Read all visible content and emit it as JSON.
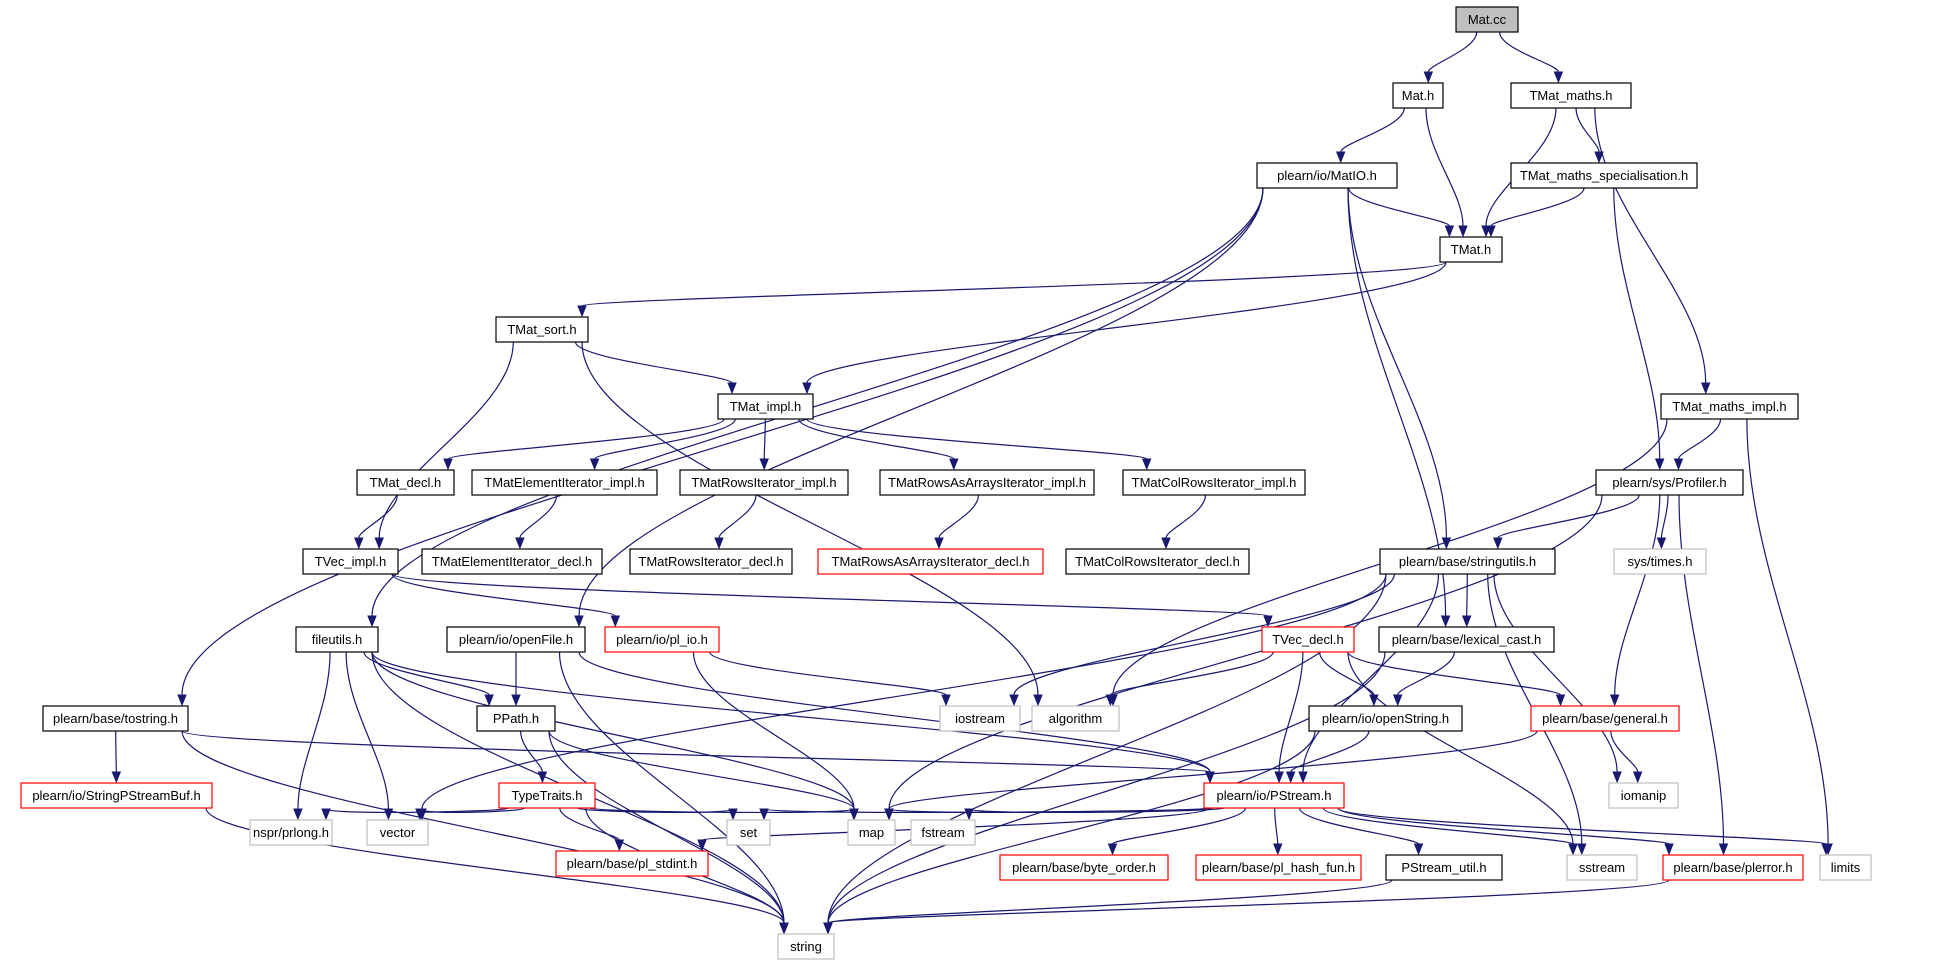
{
  "colors": {
    "edge": "#191970",
    "root_fill": "#bfbfbf",
    "normal_border": "#000000",
    "truncated_border": "#ff0000",
    "system_border": "#bfbfbf"
  },
  "nodes": [
    {
      "id": "matcc",
      "label": "Mat.cc",
      "kind": "root"
    },
    {
      "id": "math",
      "label": "Mat.h",
      "kind": "normal"
    },
    {
      "id": "tmatmaths",
      "label": "TMat_maths.h",
      "kind": "normal"
    },
    {
      "id": "matio",
      "label": "plearn/io/MatIO.h",
      "kind": "normal"
    },
    {
      "id": "tmatmathsspec",
      "label": "TMat_maths_specialisation.h",
      "kind": "normal"
    },
    {
      "id": "tmath",
      "label": "TMat.h",
      "kind": "normal"
    },
    {
      "id": "tmatsort",
      "label": "TMat_sort.h",
      "kind": "normal"
    },
    {
      "id": "tmatimpl",
      "label": "TMat_impl.h",
      "kind": "normal"
    },
    {
      "id": "tmatmathsimpl",
      "label": "TMat_maths_impl.h",
      "kind": "normal"
    },
    {
      "id": "tmatdecl",
      "label": "TMat_decl.h",
      "kind": "normal"
    },
    {
      "id": "tmatelemiterimpl",
      "label": "TMatElementIterator_impl.h",
      "kind": "normal"
    },
    {
      "id": "tmatrowsiterimpl",
      "label": "TMatRowsIterator_impl.h",
      "kind": "normal"
    },
    {
      "id": "tmatrowsasarraysiterimpl",
      "label": "TMatRowsAsArraysIterator_impl.h",
      "kind": "normal"
    },
    {
      "id": "tmatcolrowsiterimpl",
      "label": "TMatColRowsIterator_impl.h",
      "kind": "normal"
    },
    {
      "id": "profiler",
      "label": "plearn/sys/Profiler.h",
      "kind": "normal"
    },
    {
      "id": "tvecimpl",
      "label": "TVec_impl.h",
      "kind": "normal"
    },
    {
      "id": "tmatelemiterdecl",
      "label": "TMatElementIterator_decl.h",
      "kind": "normal"
    },
    {
      "id": "tmatrowsiterdecl",
      "label": "TMatRowsIterator_decl.h",
      "kind": "normal"
    },
    {
      "id": "tmatrowsasarraysiterdecl",
      "label": "TMatRowsAsArraysIterator_decl.h",
      "kind": "trunc"
    },
    {
      "id": "tmatcolrowsiterdecl",
      "label": "TMatColRowsIterator_decl.h",
      "kind": "normal"
    },
    {
      "id": "stringutils",
      "label": "plearn/base/stringutils.h",
      "kind": "normal"
    },
    {
      "id": "systimes",
      "label": "sys/times.h",
      "kind": "sys"
    },
    {
      "id": "fileutils",
      "label": "fileutils.h",
      "kind": "normal"
    },
    {
      "id": "openfile",
      "label": "plearn/io/openFile.h",
      "kind": "normal"
    },
    {
      "id": "plio",
      "label": "plearn/io/pl_io.h",
      "kind": "trunc"
    },
    {
      "id": "tvecdecl",
      "label": "TVec_decl.h",
      "kind": "trunc"
    },
    {
      "id": "lexicalcast",
      "label": "plearn/base/lexical_cast.h",
      "kind": "normal"
    },
    {
      "id": "tostring",
      "label": "plearn/base/tostring.h",
      "kind": "normal"
    },
    {
      "id": "ppath",
      "label": "PPath.h",
      "kind": "normal"
    },
    {
      "id": "iostream",
      "label": "iostream",
      "kind": "sys"
    },
    {
      "id": "algorithm",
      "label": "algorithm",
      "kind": "sys"
    },
    {
      "id": "openstring",
      "label": "plearn/io/openString.h",
      "kind": "normal"
    },
    {
      "id": "general",
      "label": "plearn/base/general.h",
      "kind": "trunc"
    },
    {
      "id": "stringpstreambuf",
      "label": "plearn/io/StringPStreamBuf.h",
      "kind": "trunc"
    },
    {
      "id": "typetraits",
      "label": "TypeTraits.h",
      "kind": "trunc"
    },
    {
      "id": "pstream",
      "label": "plearn/io/PStream.h",
      "kind": "trunc"
    },
    {
      "id": "iomanip",
      "label": "iomanip",
      "kind": "sys"
    },
    {
      "id": "nsprprlong",
      "label": "nspr/prlong.h",
      "kind": "sys"
    },
    {
      "id": "vector",
      "label": "vector",
      "kind": "sys"
    },
    {
      "id": "plstdint",
      "label": "plearn/base/pl_stdint.h",
      "kind": "trunc"
    },
    {
      "id": "set",
      "label": "set",
      "kind": "sys"
    },
    {
      "id": "map",
      "label": "map",
      "kind": "sys"
    },
    {
      "id": "fstream",
      "label": "fstream",
      "kind": "sys"
    },
    {
      "id": "byteorder",
      "label": "plearn/base/byte_order.h",
      "kind": "trunc"
    },
    {
      "id": "plhashfun",
      "label": "plearn/base/pl_hash_fun.h",
      "kind": "trunc"
    },
    {
      "id": "pstreamutil",
      "label": "PStream_util.h",
      "kind": "normal"
    },
    {
      "id": "sstream",
      "label": "sstream",
      "kind": "sys"
    },
    {
      "id": "plerror",
      "label": "plearn/base/plerror.h",
      "kind": "trunc"
    },
    {
      "id": "limits",
      "label": "limits",
      "kind": "sys"
    },
    {
      "id": "string",
      "label": "string",
      "kind": "sys"
    }
  ],
  "edges": [
    [
      "matcc",
      "math"
    ],
    [
      "matcc",
      "tmatmaths"
    ],
    [
      "math",
      "matio"
    ],
    [
      "math",
      "tmath"
    ],
    [
      "tmatmaths",
      "tmath"
    ],
    [
      "tmatmaths",
      "tmatmathsspec"
    ],
    [
      "tmatmaths",
      "tmatmathsimpl"
    ],
    [
      "matio",
      "tmath"
    ],
    [
      "matio",
      "tostring"
    ],
    [
      "matio",
      "fileutils"
    ],
    [
      "matio",
      "openfile"
    ],
    [
      "matio",
      "lexicalcast"
    ],
    [
      "matio",
      "stringutils"
    ],
    [
      "tmatmathsspec",
      "tmath"
    ],
    [
      "tmatmathsspec",
      "profiler"
    ],
    [
      "tmath",
      "tmatsort"
    ],
    [
      "tmath",
      "tmatimpl"
    ],
    [
      "tmatsort",
      "tmatimpl"
    ],
    [
      "tmatsort",
      "tvecimpl"
    ],
    [
      "tmatsort",
      "algorithm"
    ],
    [
      "tmatimpl",
      "tmatdecl"
    ],
    [
      "tmatimpl",
      "tmatelemiterimpl"
    ],
    [
      "tmatimpl",
      "tmatrowsiterimpl"
    ],
    [
      "tmatimpl",
      "tmatrowsasarraysiterimpl"
    ],
    [
      "tmatimpl",
      "tmatcolrowsiterimpl"
    ],
    [
      "tmatmathsimpl",
      "profiler"
    ],
    [
      "tmatmathsimpl",
      "algorithm"
    ],
    [
      "tmatmathsimpl",
      "limits"
    ],
    [
      "tmatdecl",
      "tvecimpl"
    ],
    [
      "tmatelemiterimpl",
      "tmatelemiterdecl"
    ],
    [
      "tmatrowsiterimpl",
      "tmatrowsiterdecl"
    ],
    [
      "tmatrowsasarraysiterimpl",
      "tmatrowsasarraysiterdecl"
    ],
    [
      "tmatcolrowsiterimpl",
      "tmatcolrowsiterdecl"
    ],
    [
      "profiler",
      "stringutils"
    ],
    [
      "profiler",
      "systimes"
    ],
    [
      "profiler",
      "general"
    ],
    [
      "profiler",
      "plerror"
    ],
    [
      "profiler",
      "map"
    ],
    [
      "tvecimpl",
      "plio"
    ],
    [
      "tvecimpl",
      "tvecdecl"
    ],
    [
      "stringutils",
      "lexicalcast"
    ],
    [
      "stringutils",
      "iostream"
    ],
    [
      "stringutils",
      "vector"
    ],
    [
      "stringutils",
      "pstream"
    ],
    [
      "stringutils",
      "iomanip"
    ],
    [
      "stringutils",
      "sstream"
    ],
    [
      "stringutils",
      "string"
    ],
    [
      "fileutils",
      "ppath"
    ],
    [
      "fileutils",
      "nsprprlong"
    ],
    [
      "fileutils",
      "vector"
    ],
    [
      "fileutils",
      "map"
    ],
    [
      "fileutils",
      "string"
    ],
    [
      "fileutils",
      "pstream"
    ],
    [
      "openfile",
      "ppath"
    ],
    [
      "openfile",
      "pstream"
    ],
    [
      "openfile",
      "string"
    ],
    [
      "plio",
      "iostream"
    ],
    [
      "plio",
      "map"
    ],
    [
      "tvecdecl",
      "general"
    ],
    [
      "tvecdecl",
      "openstring"
    ],
    [
      "tvecdecl",
      "pstream"
    ],
    [
      "tvecdecl",
      "algorithm"
    ],
    [
      "tvecdecl",
      "sstream"
    ],
    [
      "lexicalcast",
      "openstring"
    ],
    [
      "lexicalcast",
      "string"
    ],
    [
      "tostring",
      "stringpstreambuf"
    ],
    [
      "tostring",
      "pstream"
    ],
    [
      "tostring",
      "string"
    ],
    [
      "ppath",
      "typetraits"
    ],
    [
      "ppath",
      "map"
    ],
    [
      "ppath",
      "string"
    ],
    [
      "openstring",
      "pstream"
    ],
    [
      "openstring",
      "string"
    ],
    [
      "general",
      "iomanip"
    ],
    [
      "general",
      "map"
    ],
    [
      "stringpstreambuf",
      "string"
    ],
    [
      "typetraits",
      "nsprprlong"
    ],
    [
      "typetraits",
      "vector"
    ],
    [
      "typetraits",
      "plstdint"
    ],
    [
      "typetraits",
      "set"
    ],
    [
      "typetraits",
      "map"
    ],
    [
      "typetraits",
      "string"
    ],
    [
      "pstream",
      "map"
    ],
    [
      "pstream",
      "set"
    ],
    [
      "pstream",
      "plstdint"
    ],
    [
      "pstream",
      "fstream"
    ],
    [
      "pstream",
      "byteorder"
    ],
    [
      "pstream",
      "plhashfun"
    ],
    [
      "pstream",
      "pstreamutil"
    ],
    [
      "pstream",
      "sstream"
    ],
    [
      "pstream",
      "plerror"
    ],
    [
      "pstream",
      "limits"
    ],
    [
      "pstreamutil",
      "string"
    ],
    [
      "plerror",
      "string"
    ]
  ]
}
